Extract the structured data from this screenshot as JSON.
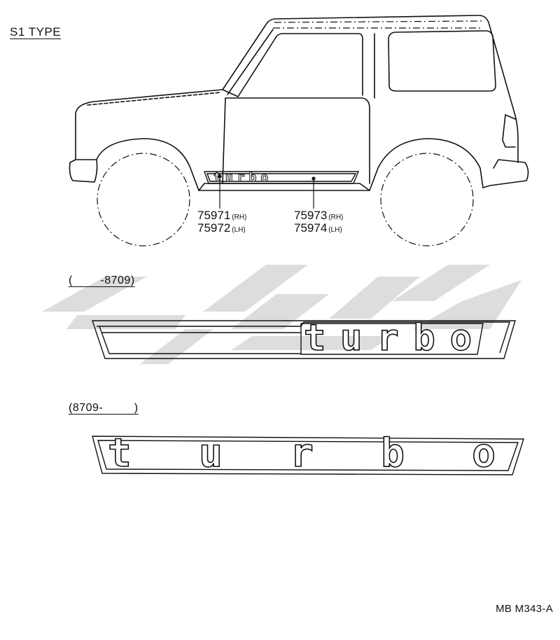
{
  "diagram": {
    "title": "S1 TYPE",
    "callouts": [
      {
        "part": "75971",
        "side": "(RH)"
      },
      {
        "part": "75972",
        "side": "(LH)"
      },
      {
        "part": "75973",
        "side": "(RH)"
      },
      {
        "part": "75974",
        "side": "(LH)"
      }
    ],
    "variants": [
      {
        "period": "(        -8709)",
        "emblem_text": "turbo"
      },
      {
        "period": "(8709-         )",
        "emblem_text": "turbo"
      }
    ],
    "figure_code": "MB M343-A"
  }
}
